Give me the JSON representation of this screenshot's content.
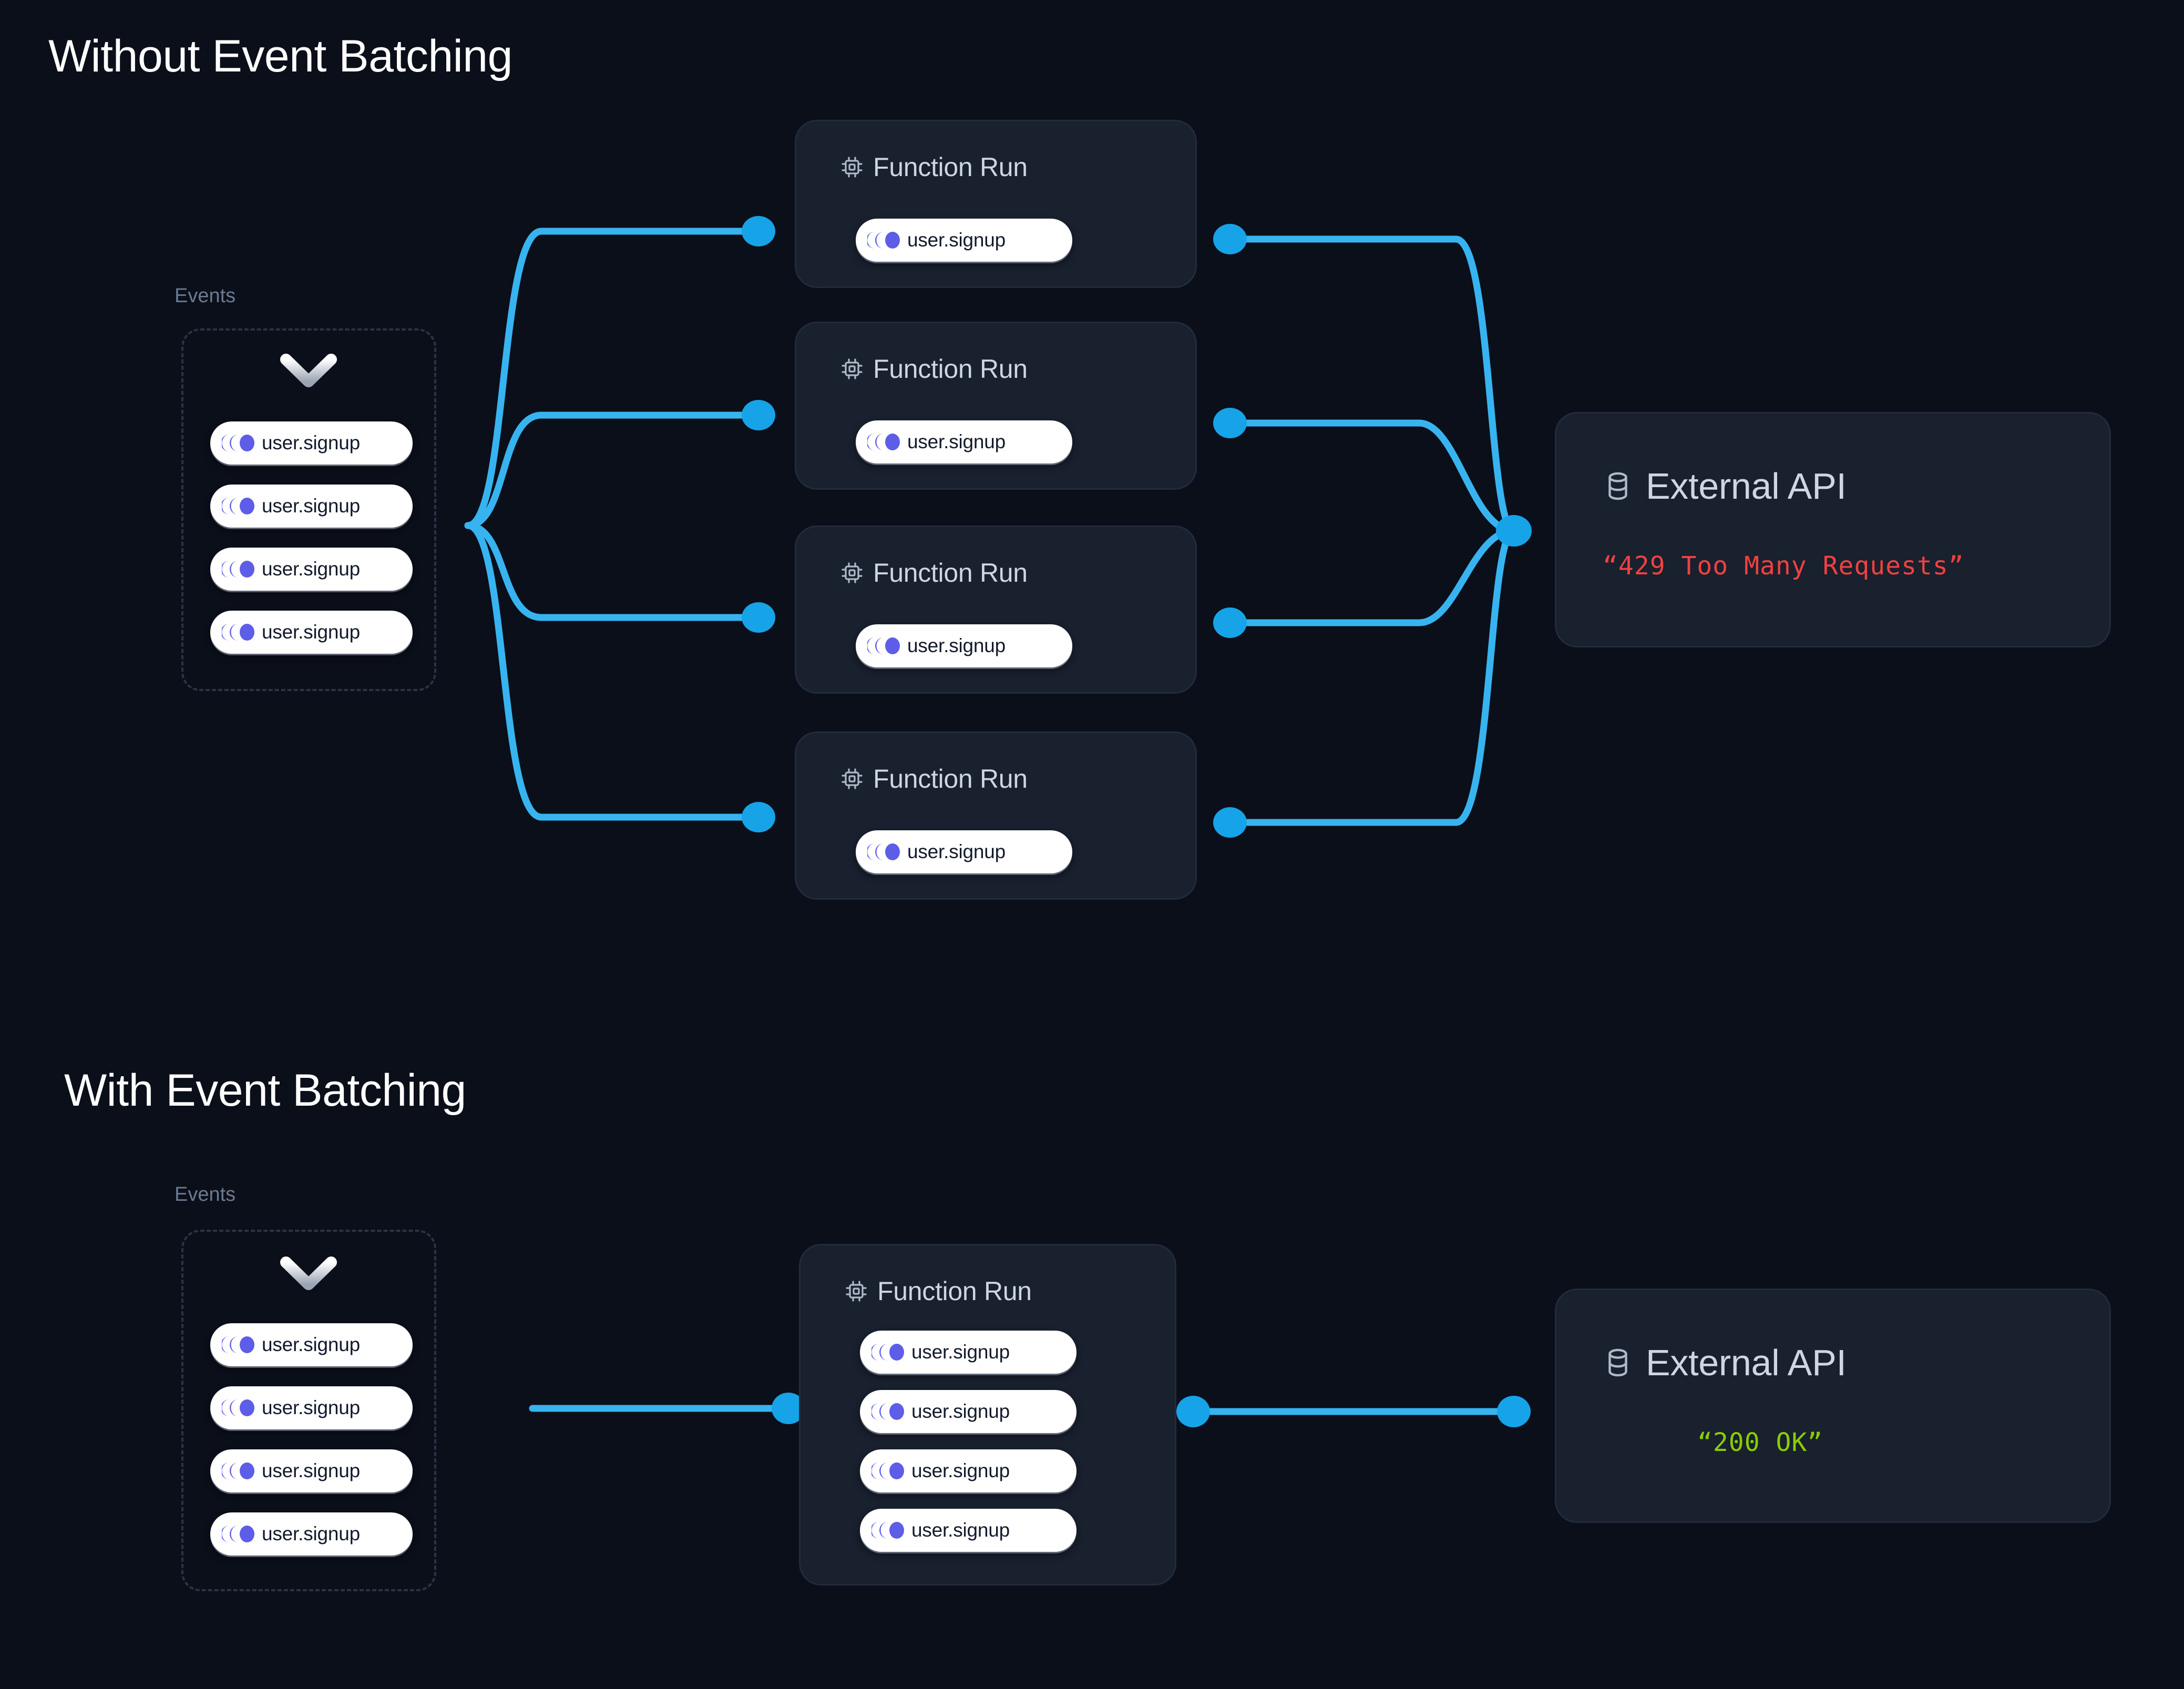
{
  "page": {
    "background": "#0b0f1a",
    "accent_line": "#1fa2e8",
    "card_bg": "#19202e",
    "card_border": "#222b3c",
    "event_icon_color": "#5d5de8",
    "error_color": "#f04141",
    "success_color": "#8ace00",
    "muted_text": "#6b7a90",
    "card_title_color": "#cdd6e2"
  },
  "sections": [
    {
      "id": "without-batching",
      "title": "Without Event Batching",
      "events": {
        "label": "Events",
        "chevron_icon": "chevron-down-icon",
        "pills": [
          {
            "icon": "event-pulse-icon",
            "label": "user.signup"
          },
          {
            "icon": "event-pulse-icon",
            "label": "user.signup"
          },
          {
            "icon": "event-pulse-icon",
            "label": "user.signup"
          },
          {
            "icon": "event-pulse-icon",
            "label": "user.signup"
          }
        ]
      },
      "function_runs": [
        {
          "icon": "cpu-chip-icon",
          "title": "Function Run",
          "pills": [
            {
              "icon": "event-pulse-icon",
              "label": "user.signup"
            }
          ]
        },
        {
          "icon": "cpu-chip-icon",
          "title": "Function Run",
          "pills": [
            {
              "icon": "event-pulse-icon",
              "label": "user.signup"
            }
          ]
        },
        {
          "icon": "cpu-chip-icon",
          "title": "Function Run",
          "pills": [
            {
              "icon": "event-pulse-icon",
              "label": "user.signup"
            }
          ]
        },
        {
          "icon": "cpu-chip-icon",
          "title": "Function Run",
          "pills": [
            {
              "icon": "event-pulse-icon",
              "label": "user.signup"
            }
          ]
        }
      ],
      "external_api": {
        "icon": "database-icon",
        "title": "External API",
        "status": "“429 Too Many Requests”",
        "status_color": "#f04141"
      }
    },
    {
      "id": "with-batching",
      "title": "With Event Batching",
      "events": {
        "label": "Events",
        "chevron_icon": "chevron-down-icon",
        "pills": [
          {
            "icon": "event-pulse-icon",
            "label": "user.signup"
          },
          {
            "icon": "event-pulse-icon",
            "label": "user.signup"
          },
          {
            "icon": "event-pulse-icon",
            "label": "user.signup"
          },
          {
            "icon": "event-pulse-icon",
            "label": "user.signup"
          }
        ]
      },
      "function_runs": [
        {
          "icon": "cpu-chip-icon",
          "title": "Function Run",
          "pills": [
            {
              "icon": "event-pulse-icon",
              "label": "user.signup"
            },
            {
              "icon": "event-pulse-icon",
              "label": "user.signup"
            },
            {
              "icon": "event-pulse-icon",
              "label": "user.signup"
            },
            {
              "icon": "event-pulse-icon",
              "label": "user.signup"
            }
          ]
        }
      ],
      "external_api": {
        "icon": "database-icon",
        "title": "External API",
        "status": "“200 OK”",
        "status_color": "#8ace00"
      }
    }
  ]
}
